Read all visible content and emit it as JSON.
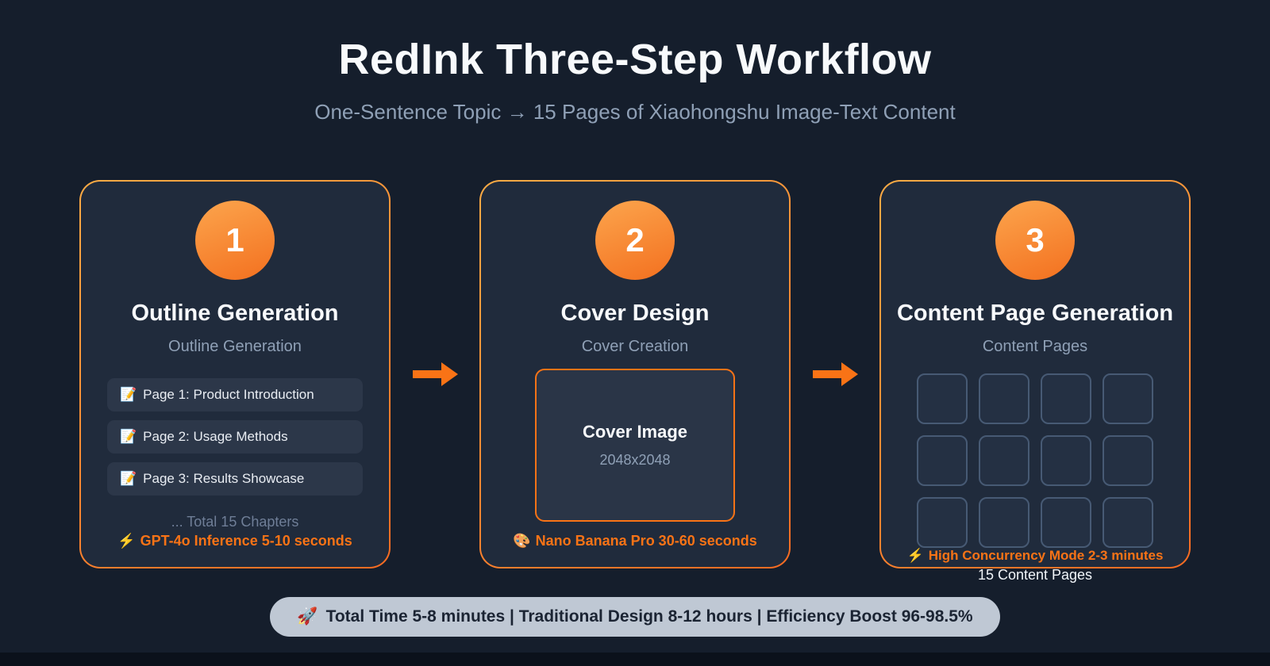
{
  "header": {
    "title": "RedInk Three-Step Workflow",
    "subtitle": "One-Sentence Topic → 15 Pages of Xiaohongshu Image-Text Content"
  },
  "colors": {
    "accent_orange": "#f97316",
    "background": "#151e2c",
    "card_background": "#202b3c"
  },
  "steps": [
    {
      "number": "1",
      "title": "Outline Generation",
      "subtitle": "Outline Generation",
      "items": [
        {
          "icon": "📝",
          "label": "Page 1: Product Introduction"
        },
        {
          "icon": "📝",
          "label": "Page 2: Usage Methods"
        },
        {
          "icon": "📝",
          "label": "Page 3: Results Showcase"
        }
      ],
      "more": "... Total 15 Chapters",
      "footer_icon": "⚡",
      "footer_label": "GPT-4o Inference 5-10 seconds"
    },
    {
      "number": "2",
      "title": "Cover Design",
      "subtitle": "Cover Creation",
      "cover_label": "Cover Image",
      "cover_size": "2048x2048",
      "footer_icon": "🎨",
      "footer_label": "Nano Banana Pro 30-60 seconds"
    },
    {
      "number": "3",
      "title": "Content Page Generation",
      "subtitle": "Content Pages",
      "grid_squares": 12,
      "footer_icon": "⚡",
      "footer_label": "High Concurrency Mode 2-3 minutes",
      "note": "15 Content Pages"
    }
  ],
  "summary": {
    "icon": "🚀",
    "label": "Total Time 5-8 minutes | Traditional Design 8-12 hours | Efficiency Boost 96-98.5%"
  }
}
